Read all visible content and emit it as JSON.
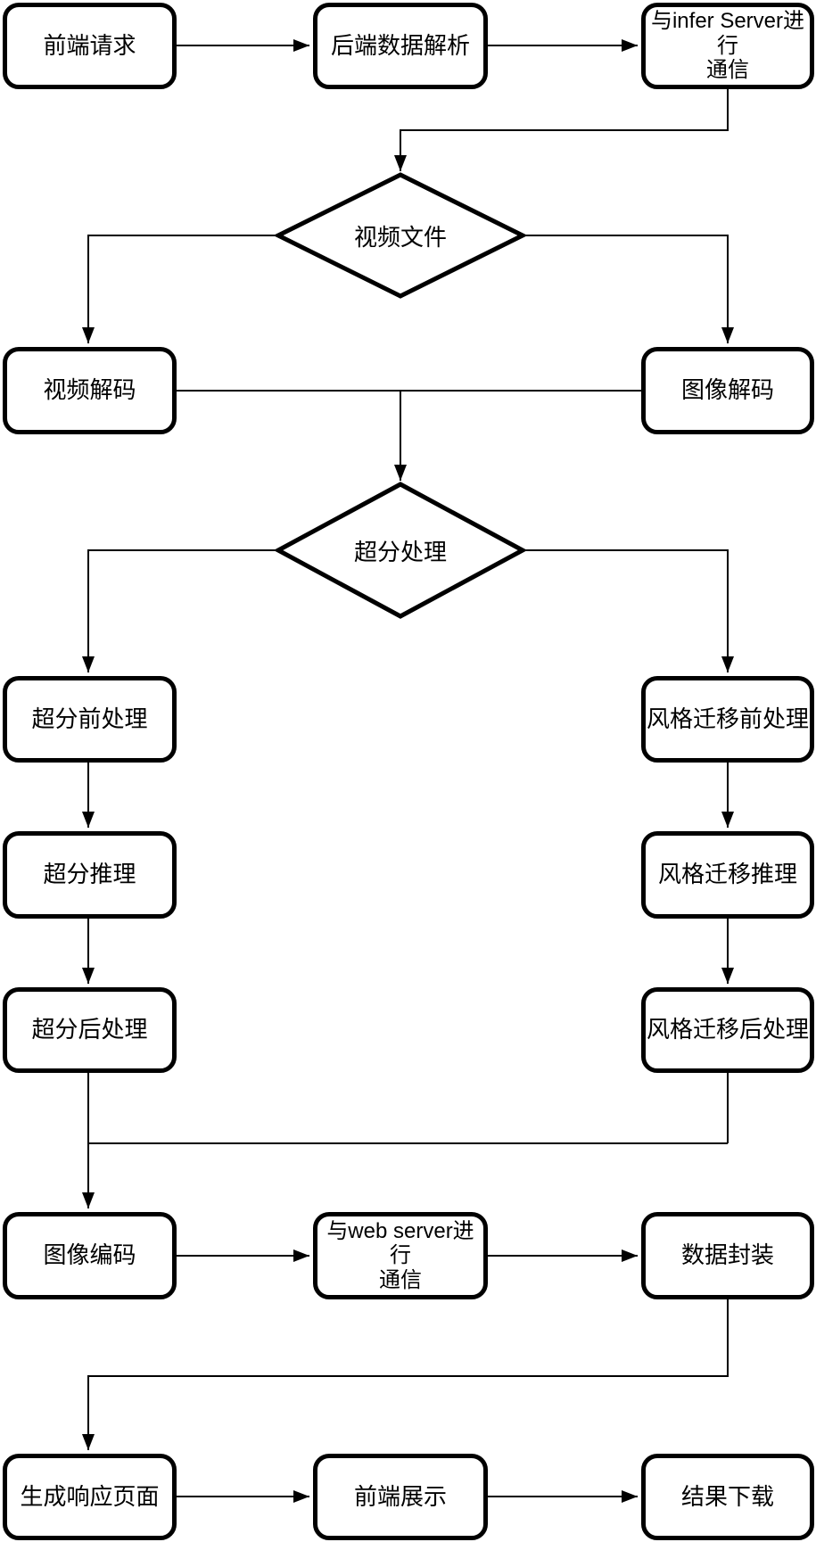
{
  "diagram": {
    "title": "inference service flowchart",
    "colors": {
      "stroke": "#000000",
      "node_fill": "#ffffff",
      "background": "#ffffff"
    },
    "nodes": {
      "frontend_request": {
        "label": "前端请求"
      },
      "backend_parse": {
        "label": "后端数据解析"
      },
      "infer_server_comm": {
        "line1": "与infer Server进行",
        "line2": "通信"
      },
      "video_file_decision): ": null,
      "video_file_decision": {
        "label": "视频文件"
      },
      "video_decode": {
        "label": "视频解码"
      },
      "image_decode": {
        "label": "图像解码"
      },
      "sr_decision": {
        "label": "超分处理"
      },
      "sr_pre": {
        "label": "超分前处理"
      },
      "sr_infer": {
        "label": "超分推理"
      },
      "sr_post": {
        "label": "超分后处理"
      },
      "style_pre": {
        "label": "风格迁移前处理"
      },
      "style_infer": {
        "label": "风格迁移推理"
      },
      "style_post": {
        "label": "风格迁移后处理"
      },
      "image_encode": {
        "label": "图像编码"
      },
      "web_server_comm": {
        "line1": "与web server进行",
        "line2": "通信"
      },
      "data_pack": {
        "label": "数据封装"
      },
      "gen_response_page": {
        "label": "生成响应页面"
      },
      "frontend_display": {
        "label": "前端展示"
      },
      "result_download": {
        "label": "结果下载"
      }
    }
  }
}
